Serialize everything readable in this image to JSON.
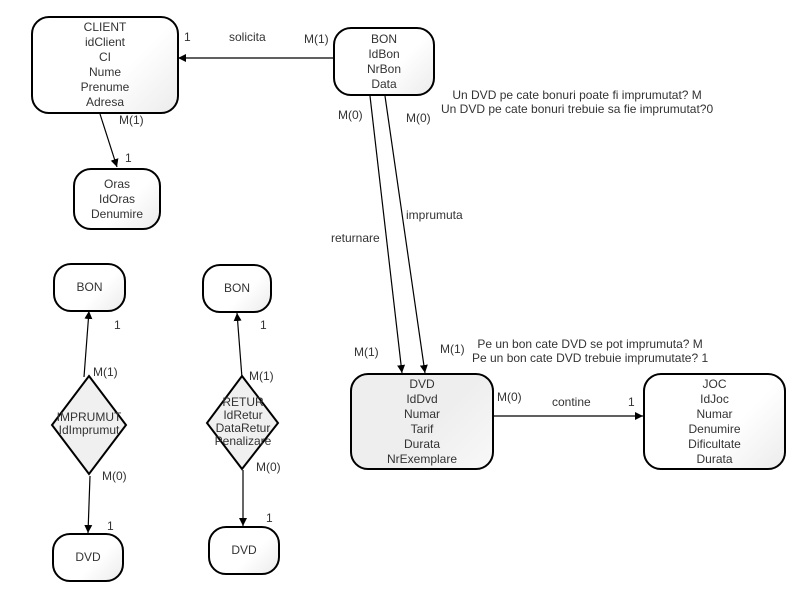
{
  "entities": {
    "client": {
      "fields": [
        "CLIENT",
        "idClient",
        "CI",
        "Nume",
        "Prenume",
        "Adresa"
      ]
    },
    "bon": {
      "fields": [
        "BON",
        "IdBon",
        "NrBon",
        "Data"
      ]
    },
    "oras": {
      "fields": [
        "Oras",
        "IdOras",
        "Denumire"
      ]
    },
    "dvd": {
      "fields": [
        "DVD",
        "IdDvd",
        "Numar",
        "Tarif",
        "Durata",
        "NrExemplare"
      ]
    },
    "joc": {
      "fields": [
        "JOC",
        "IdJoc",
        "Numar",
        "Denumire",
        "Dificultate",
        "Durata"
      ]
    },
    "bon_left": {
      "fields": [
        "BON"
      ]
    },
    "bon_right": {
      "fields": [
        "BON"
      ]
    },
    "dvd_left": {
      "fields": [
        "DVD"
      ]
    },
    "dvd_right": {
      "fields": [
        "DVD"
      ]
    }
  },
  "relations": {
    "imprumut": {
      "fields": [
        "IMPRUMUT",
        "IdImprumut"
      ]
    },
    "retur": {
      "fields": [
        "RETUR",
        "IdRetur",
        "DataRetur",
        "Penalizare"
      ]
    }
  },
  "edge_labels": {
    "solicita": "solicita",
    "returnare": "returnare",
    "imprumuta": "imprumuta",
    "contine": "contine"
  },
  "cardinalities": {
    "client_solicita": "1",
    "bon_solicita": "M(1)",
    "client_oras": "M(1)",
    "oras_client": "1",
    "bon_returnare": "M(0)",
    "bon_imprumuta": "M(0)",
    "dvd_returnare": "M(1)",
    "dvd_imprumuta": "M(1)",
    "dvd_contine": "M(0)",
    "joc_contine": "1",
    "imprumut_bon_one": "1",
    "imprumut_bon_many": "M(1)",
    "imprumut_dvd_many": "M(0)",
    "imprumut_dvd_one": "1",
    "retur_bon_one": "1",
    "retur_bon_many": "M(1)",
    "retur_dvd_many": "M(0)",
    "retur_dvd_one": "1"
  },
  "notes": {
    "dvd_bonuri": [
      "Un DVD pe cate bonuri poate fi imprumutat? M",
      "Un DVD pe cate bonuri trebuie sa fie imprumutat?0"
    ],
    "bon_dvd": [
      "Pe un bon cate DVD se pot imprumuta? M",
      "Pe un bon cate DVD trebuie imprumutate? 1"
    ]
  }
}
